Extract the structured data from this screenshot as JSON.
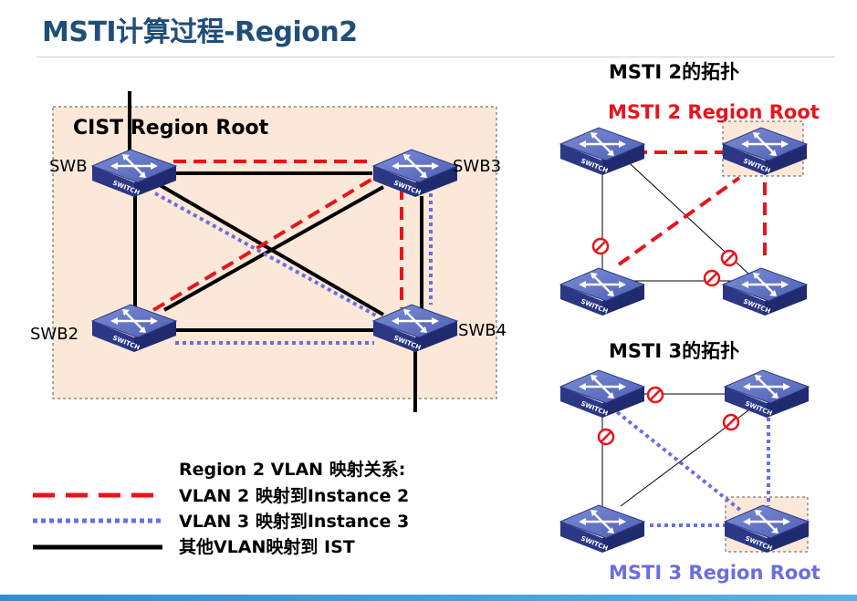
{
  "title": "MSTI计算过程-Region2",
  "left_diagram": {
    "region_label": "CIST Region Root",
    "switches": [
      {
        "label": "SWB"
      },
      {
        "label": "SWB3"
      },
      {
        "label": "SWB2"
      },
      {
        "label": "SWB4"
      }
    ],
    "switch_text": "SWITCH"
  },
  "legend": {
    "heading": "Region 2 VLAN 映射关系:",
    "items": [
      {
        "label": "VLAN 2 映射到Instance 2",
        "style": "red-dashed"
      },
      {
        "label": "VLAN 3 映射到Instance 3",
        "style": "blue-dotted"
      },
      {
        "label": "其他VLAN映射到 IST",
        "style": "black-solid"
      }
    ]
  },
  "msti2": {
    "title": "MSTI 2的拓扑",
    "root_label": "MSTI 2 Region Root",
    "root_color": "#e8141b"
  },
  "msti3": {
    "title": "MSTI 3的拓扑",
    "root_label": "MSTI 3 Region Root",
    "root_color": "#6b6ee0"
  },
  "colors": {
    "title": "#1f4e79",
    "vlan2": "#e8141b",
    "vlan3": "#6b6ee0",
    "ist": "#000000",
    "region_fill": "#fbe8d8",
    "switch_body": "#3f4fa0"
  }
}
